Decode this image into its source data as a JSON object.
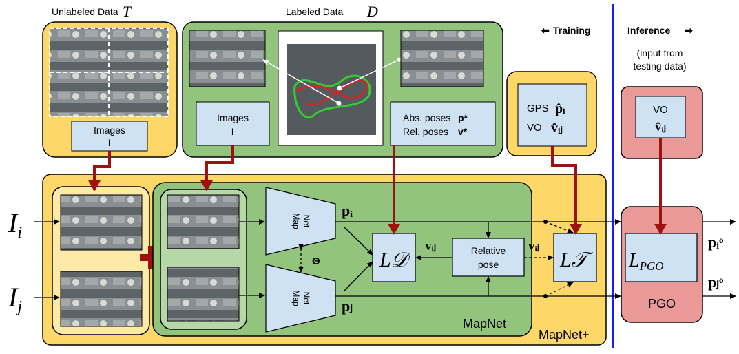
{
  "colors": {
    "yellow": "#fdd868",
    "green": "#93c47d",
    "light_green": "#b6d7a8",
    "light_blue": "#cfe2f3",
    "pink": "#ea9999",
    "red_arrow": "#a11010",
    "divider": "#1a1aff"
  },
  "headers": {
    "unlabeled": "Unlabeled Data",
    "unlabeled_sym": "T",
    "labeled": "Labeled Data",
    "labeled_sym": "D",
    "training": "Training",
    "inference": "Inference",
    "input_note_1": "(input from",
    "input_note_2": "testing data)"
  },
  "boxes": {
    "images": "Images",
    "images_sym": "I",
    "abs_poses": "Abs. poses",
    "abs_sym": "p*",
    "rel_poses": "Rel. poses",
    "rel_sym": "v*",
    "gps": "GPS",
    "gps_sym": "p̂ᵢ",
    "vo": "VO",
    "vo_sym": "v̂ᵢⱼ",
    "relative_1": "Relative",
    "relative_2": "pose"
  },
  "network": {
    "map": "Map",
    "net": "Net",
    "theta": "Θ",
    "mapnet": "MapNet",
    "mapnet_plus": "MapNet+",
    "pgo": "PGO"
  },
  "symbols": {
    "Ii": "Iᵢ",
    "Ij": "Iⱼ",
    "pi": "pᵢ",
    "pj": "pⱼ",
    "vij": "vᵢⱼ",
    "LD": "L𝒟",
    "LT": "L𝒯",
    "LPGO": "L_PGO",
    "pio": "pᵢᵒ",
    "pjo": "pⱼᵒ"
  }
}
